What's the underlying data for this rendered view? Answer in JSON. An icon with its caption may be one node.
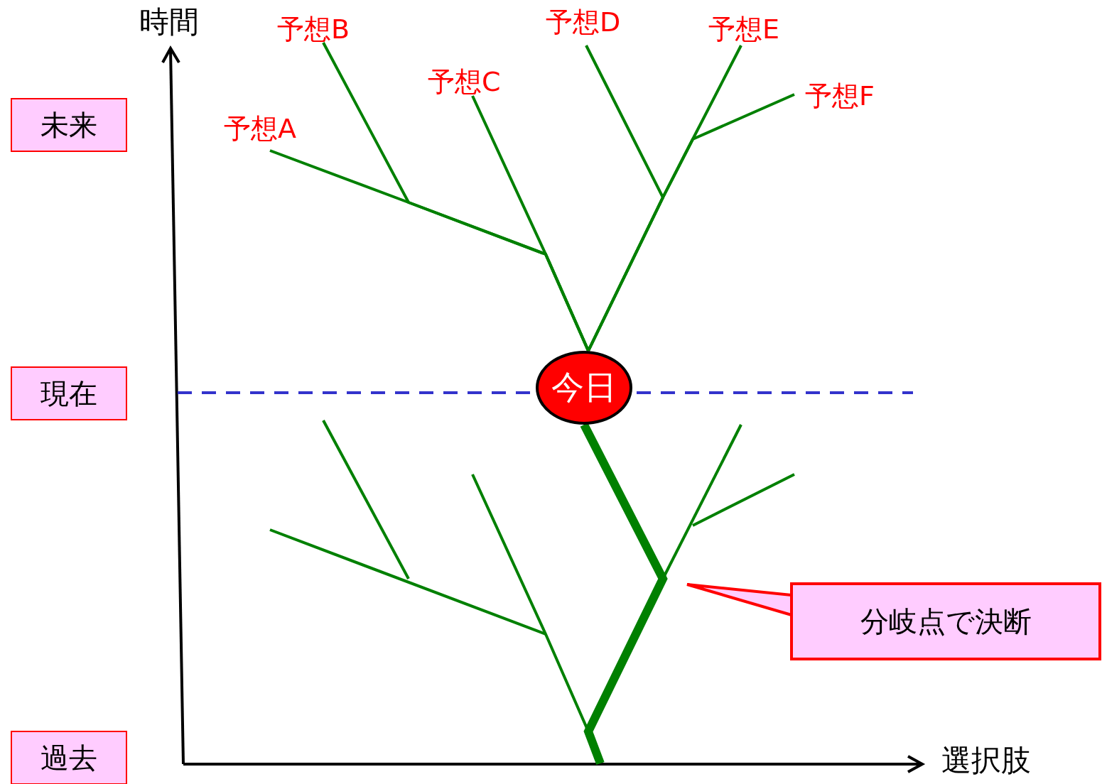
{
  "diagram": {
    "nodes": [
      {
        "text": [
          "予想A"
        ]
      },
      {
        "text": [
          "予想B"
        ]
      },
      {
        "text": [
          "予想C"
        ]
      },
      {
        "text": [
          "予想D"
        ]
      },
      {
        "text": [
          "予想E"
        ]
      },
      {
        "text": [
          "予想F"
        ]
      },
      {
        "text": [
          "未来"
        ]
      },
      {
        "text": [
          "現在"
        ]
      },
      {
        "text": [
          "今日"
        ]
      },
      {
        "text": [
          "過去"
        ]
      },
      {
        "text": [
          "分岐点で決断"
        ]
      }
    ],
    "edges": [
      {
        "from": 8,
        "to": 0,
        "arrow": "none"
      },
      {
        "from": 8,
        "to": 1,
        "arrow": "none"
      },
      {
        "from": 8,
        "to": 2,
        "arrow": "none"
      },
      {
        "from": 8,
        "to": 3,
        "arrow": "none"
      },
      {
        "from": 8,
        "to": 4,
        "arrow": "none"
      },
      {
        "from": 8,
        "to": 5,
        "arrow": "none"
      }
    ],
    "labels": [
      "時間",
      "選択肢"
    ]
  }
}
